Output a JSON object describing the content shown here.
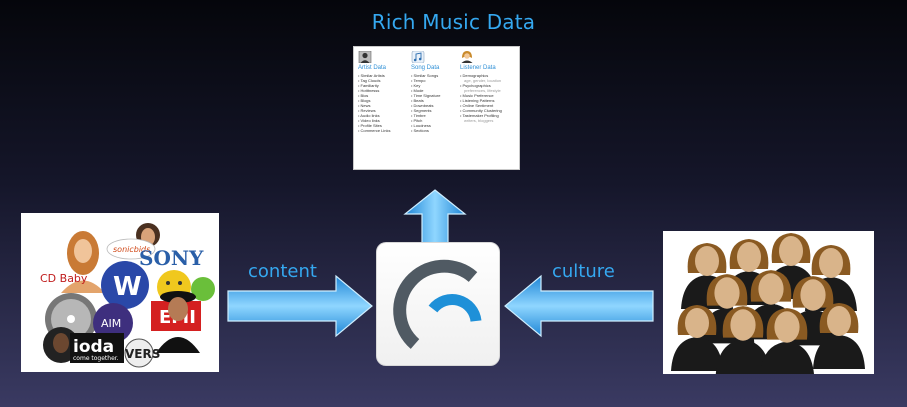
{
  "title": "Rich Music Data",
  "labels": {
    "content": "content",
    "culture": "culture"
  },
  "card": {
    "artist": {
      "heading": "Artist Data",
      "items": [
        "Similar Artists",
        "Tag Clouds",
        "Familiarity",
        "Hotttnesss",
        "Bios",
        "Blogs",
        "News",
        "Reviews",
        "Audio links",
        "Video links",
        "Profile Sites",
        "Commerce Links"
      ]
    },
    "song": {
      "heading": "Song Data",
      "items": [
        "Similar Songs",
        "Tempo",
        "Key",
        "Mode",
        "Time Signature",
        "Beats",
        "Downbeats",
        "Segments",
        "Timbre",
        "Pitch",
        "Loudness",
        "Sections"
      ]
    },
    "listener": {
      "heading": "Listener Data",
      "items": [
        {
          "label": "Demographics",
          "sub": "age, gender, location"
        },
        {
          "label": "Psychographics",
          "sub": "preferences, lifestyle"
        },
        {
          "label": "Music Preference",
          "sub": ""
        },
        {
          "label": "Listening Patterns",
          "sub": ""
        },
        {
          "label": "Online Sentiment",
          "sub": ""
        },
        {
          "label": "Community Clustering",
          "sub": ""
        },
        {
          "label": "Tastemaker Profiling",
          "sub": "writers, bloggers"
        }
      ]
    }
  },
  "logos": {
    "cdbaby": "CD Baby",
    "sony": "SONY",
    "aim": "AIM",
    "ioda": "ioda",
    "ioda_tagline": "come together.",
    "vers": "VERS",
    "emi": "EMI",
    "wmg": "W",
    "sub": "sonicbids"
  },
  "colors": {
    "accent": "#35a8f0",
    "arrow_light": "#8fd6ff",
    "arrow_dark": "#1f86d6",
    "hub_dark": "#505a63",
    "hub_blue": "#1e90d8"
  }
}
